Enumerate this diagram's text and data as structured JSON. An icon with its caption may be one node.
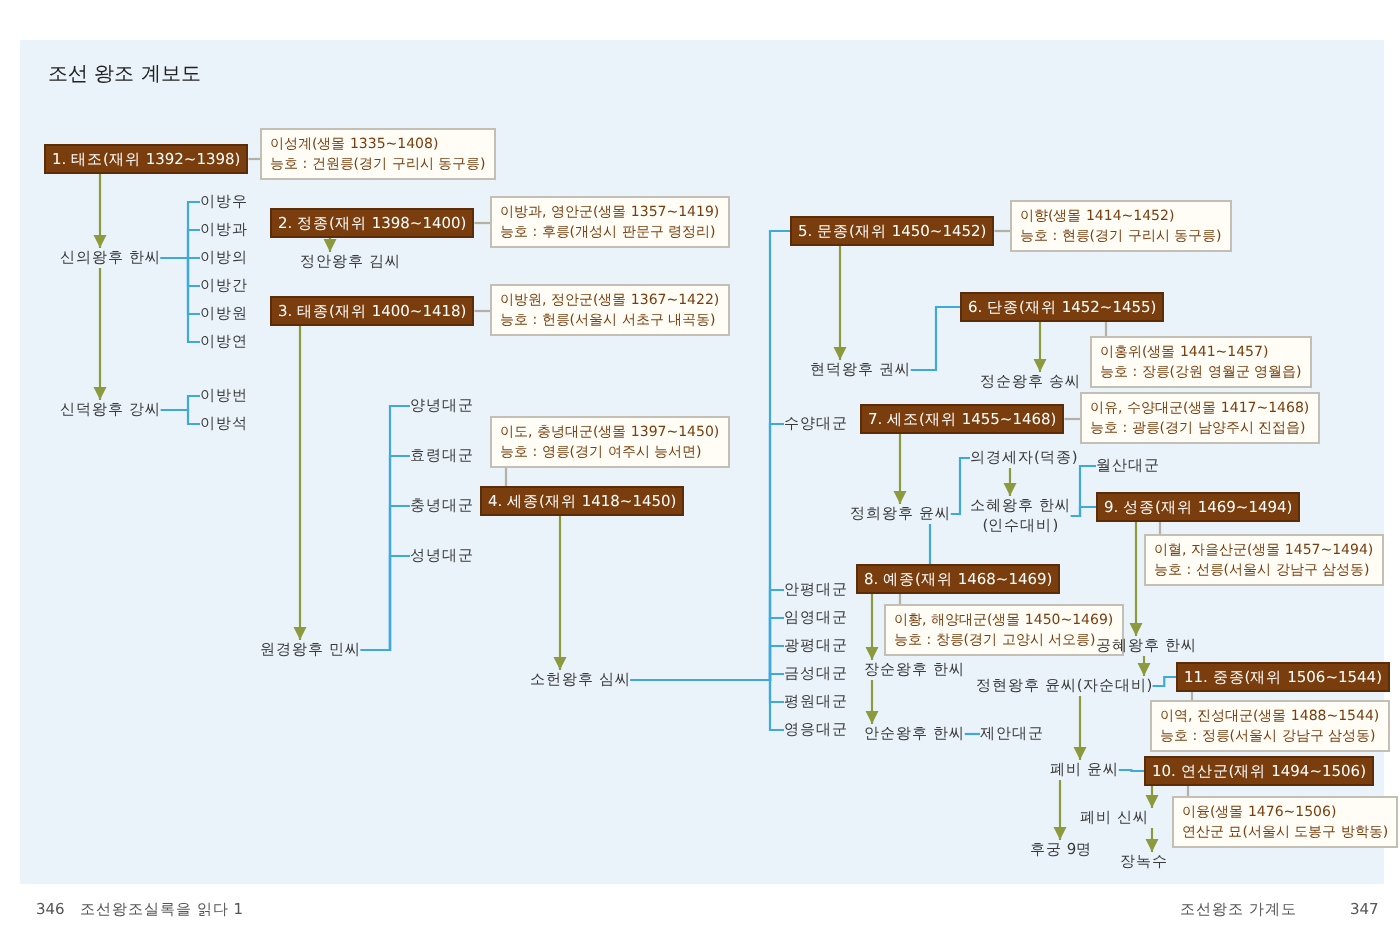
{
  "diagram": {
    "title": "조선 왕조 계보도",
    "nodes": [
      {
        "text": [
          "1. 태조(재위 1392~1398)"
        ]
      },
      {
        "text": [
          "이성계(생몰 1335~1408)",
          "능호 : 건원릉(경기 구리시 동구릉)"
        ]
      },
      {
        "text": [
          "신의왕후 한씨"
        ]
      },
      {
        "text": [
          "이방우"
        ]
      },
      {
        "text": [
          "이방과"
        ]
      },
      {
        "text": [
          "이방의"
        ]
      },
      {
        "text": [
          "이방간"
        ]
      },
      {
        "text": [
          "이방원"
        ]
      },
      {
        "text": [
          "이방연"
        ]
      },
      {
        "text": [
          "신덕왕후 강씨"
        ]
      },
      {
        "text": [
          "이방번"
        ]
      },
      {
        "text": [
          "이방석"
        ]
      },
      {
        "text": [
          "2. 정종(재위 1398~1400)"
        ]
      },
      {
        "text": [
          "이방과, 영안군(생몰 1357~1419)",
          "능호 : 후릉(개성시 판문구 령정리)"
        ]
      },
      {
        "text": [
          "정안왕후 김씨"
        ]
      },
      {
        "text": [
          "3. 태종(재위 1400~1418)"
        ]
      },
      {
        "text": [
          "이방원, 정안군(생몰 1367~1422)",
          "능호 : 헌릉(서울시 서초구 내곡동)"
        ]
      },
      {
        "text": [
          "양녕대군"
        ]
      },
      {
        "text": [
          "효령대군"
        ]
      },
      {
        "text": [
          "충녕대군"
        ]
      },
      {
        "text": [
          "성녕대군"
        ]
      },
      {
        "text": [
          "원경왕후 민씨"
        ]
      },
      {
        "text": [
          "4. 세종(재위 1418~1450)"
        ]
      },
      {
        "text": [
          "이도, 충녕대군(생몰 1397~1450)",
          "능호 : 영릉(경기 여주시 능서면)"
        ]
      },
      {
        "text": [
          "소헌왕후 심씨"
        ]
      },
      {
        "text": [
          "5. 문종(재위 1450~1452)"
        ]
      },
      {
        "text": [
          "이향(생몰 1414~1452)",
          "능호 : 현릉(경기 구리시 동구릉)"
        ]
      },
      {
        "text": [
          "6. 단종(재위 1452~1455)"
        ]
      },
      {
        "text": [
          "이홍위(생몰 1441~1457)",
          "능호 : 장릉(강원 영월군 영월읍)"
        ]
      },
      {
        "text": [
          "현덕왕후 권씨"
        ]
      },
      {
        "text": [
          "정순왕후 송씨"
        ]
      },
      {
        "text": [
          "수양대군"
        ]
      },
      {
        "text": [
          "7. 세조(재위 1455~1468)"
        ]
      },
      {
        "text": [
          "이유, 수양대군(생몰 1417~1468)",
          "능호 : 광릉(경기 남양주시 진접읍)"
        ]
      },
      {
        "text": [
          "정희왕후 윤씨"
        ]
      },
      {
        "text": [
          "의경세자(덕종)"
        ]
      },
      {
        "text": [
          "월산대군"
        ]
      },
      {
        "text": [
          "소혜왕후 한씨",
          "(인수대비)"
        ]
      },
      {
        "text": [
          "9. 성종(재위 1469~1494)"
        ]
      },
      {
        "text": [
          "이혈, 자을산군(생몰 1457~1494)",
          "능호 : 선릉(서울시 강남구 삼성동)"
        ]
      },
      {
        "text": [
          "8. 예종(재위 1468~1469)"
        ]
      },
      {
        "text": [
          "이황, 해양대군(생몰 1450~1469)",
          "능호 : 창릉(경기 고양시 서오릉)"
        ]
      },
      {
        "text": [
          "안평대군"
        ]
      },
      {
        "text": [
          "임영대군"
        ]
      },
      {
        "text": [
          "광평대군"
        ]
      },
      {
        "text": [
          "금성대군"
        ]
      },
      {
        "text": [
          "평원대군"
        ]
      },
      {
        "text": [
          "영응대군"
        ]
      },
      {
        "text": [
          "장순왕후 한씨"
        ]
      },
      {
        "text": [
          "공혜왕후 한씨"
        ]
      },
      {
        "text": [
          "11. 중종(재위 1506~1544)"
        ]
      },
      {
        "text": [
          "정현왕후 윤씨(자순대비)"
        ]
      },
      {
        "text": [
          "이역, 진성대군(생몰 1488~1544)",
          "능호 : 정릉(서울시 강남구 삼성동)"
        ]
      },
      {
        "text": [
          "안순왕후 한씨"
        ]
      },
      {
        "text": [
          "제안대군"
        ]
      },
      {
        "text": [
          "폐비 윤씨"
        ]
      },
      {
        "text": [
          "10. 연산군(재위 1494~1506)"
        ]
      },
      {
        "text": [
          "이융(생몰 1476~1506)",
          "연산군 묘(서울시 도봉구 방학동)"
        ]
      },
      {
        "text": [
          "폐비 신씨"
        ]
      },
      {
        "text": [
          "후궁 9명"
        ]
      },
      {
        "text": [
          "장녹수"
        ]
      }
    ],
    "edges": [
      {
        "from": 0,
        "to": 1,
        "arrow": "none",
        "color": "#b5b0a5"
      },
      {
        "from": 0,
        "to": 2,
        "arrow": "to",
        "color": "#8a9a3c"
      },
      {
        "from": 2,
        "to": 9,
        "arrow": "to",
        "color": "#8a9a3c"
      },
      {
        "from": 2,
        "to": 3,
        "arrow": "none"
      },
      {
        "from": 2,
        "to": 4,
        "arrow": "none"
      },
      {
        "from": 2,
        "to": 5,
        "arrow": "none"
      },
      {
        "from": 2,
        "to": 6,
        "arrow": "none"
      },
      {
        "from": 2,
        "to": 7,
        "arrow": "none"
      },
      {
        "from": 2,
        "to": 8,
        "arrow": "none"
      },
      {
        "from": 9,
        "to": 10,
        "arrow": "none"
      },
      {
        "from": 9,
        "to": 11,
        "arrow": "none"
      },
      {
        "from": 12,
        "to": 13,
        "arrow": "none",
        "color": "#b5b0a5"
      },
      {
        "from": 12,
        "to": 14,
        "arrow": "to",
        "color": "#8a9a3c"
      },
      {
        "from": 15,
        "to": 16,
        "arrow": "none",
        "color": "#b5b0a5"
      },
      {
        "from": 15,
        "to": 21,
        "arrow": "to",
        "color": "#8a9a3c"
      },
      {
        "from": 21,
        "to": 17,
        "arrow": "none"
      },
      {
        "from": 21,
        "to": 18,
        "arrow": "none"
      },
      {
        "from": 21,
        "to": 19,
        "arrow": "none"
      },
      {
        "from": 21,
        "to": 20,
        "arrow": "none"
      },
      {
        "from": 22,
        "to": 23,
        "arrow": "none",
        "color": "#b5b0a5"
      },
      {
        "from": 22,
        "to": 24,
        "arrow": "to",
        "color": "#8a9a3c"
      },
      {
        "from": 24,
        "to": 25,
        "arrow": "none"
      },
      {
        "from": 24,
        "to": 31,
        "arrow": "none"
      },
      {
        "from": 24,
        "to": 42,
        "arrow": "none"
      },
      {
        "from": 24,
        "to": 43,
        "arrow": "none"
      },
      {
        "from": 24,
        "to": 44,
        "arrow": "none"
      },
      {
        "from": 24,
        "to": 45,
        "arrow": "none"
      },
      {
        "from": 24,
        "to": 46,
        "arrow": "none"
      },
      {
        "from": 24,
        "to": 47,
        "arrow": "none"
      },
      {
        "from": 25,
        "to": 26,
        "arrow": "none",
        "color": "#b5b0a5"
      },
      {
        "from": 25,
        "to": 29,
        "arrow": "to",
        "color": "#8a9a3c"
      },
      {
        "from": 29,
        "to": 27,
        "arrow": "none"
      },
      {
        "from": 27,
        "to": 28,
        "arrow": "none",
        "color": "#b5b0a5"
      },
      {
        "from": 27,
        "to": 30,
        "arrow": "to",
        "color": "#8a9a3c"
      },
      {
        "from": 32,
        "to": 33,
        "arrow": "none",
        "color": "#b5b0a5"
      },
      {
        "from": 32,
        "to": 34,
        "arrow": "to",
        "color": "#8a9a3c"
      },
      {
        "from": 34,
        "to": 35,
        "arrow": "none"
      },
      {
        "from": 34,
        "to": 40,
        "arrow": "none"
      },
      {
        "from": 35,
        "to": 37,
        "arrow": "to",
        "color": "#8a9a3c"
      },
      {
        "from": 37,
        "to": 36,
        "arrow": "none"
      },
      {
        "from": 37,
        "to": 38,
        "arrow": "none"
      },
      {
        "from": 38,
        "to": 39,
        "arrow": "none",
        "color": "#b5b0a5"
      },
      {
        "from": 40,
        "to": 41,
        "arrow": "none",
        "color": "#b5b0a5"
      },
      {
        "from": 40,
        "to": 48,
        "arrow": "to",
        "color": "#8a9a3c"
      },
      {
        "from": 48,
        "to": 53,
        "arrow": "to",
        "color": "#8a9a3c"
      },
      {
        "from": 53,
        "to": 54,
        "arrow": "none"
      },
      {
        "from": 38,
        "to": 49,
        "arrow": "to",
        "color": "#8a9a3c"
      },
      {
        "from": 49,
        "to": 51,
        "arrow": "to",
        "color": "#8a9a3c"
      },
      {
        "from": 51,
        "to": 50,
        "arrow": "none"
      },
      {
        "from": 50,
        "to": 52,
        "arrow": "none",
        "color": "#b5b0a5"
      },
      {
        "from": 51,
        "to": 55,
        "arrow": "to",
        "color": "#8a9a3c"
      },
      {
        "from": 55,
        "to": 56,
        "arrow": "none"
      },
      {
        "from": 56,
        "to": 57,
        "arrow": "none",
        "color": "#b5b0a5"
      },
      {
        "from": 55,
        "to": 59,
        "arrow": "to",
        "color": "#8a9a3c"
      },
      {
        "from": 56,
        "to": 58,
        "arrow": "to",
        "color": "#8a9a3c"
      },
      {
        "from": 58,
        "to": 60,
        "arrow": "to",
        "color": "#8a9a3c"
      }
    ],
    "labels": [
      "346",
      "조선왕조실록을 읽다 1",
      "조선왕조 가계도",
      "347"
    ]
  }
}
